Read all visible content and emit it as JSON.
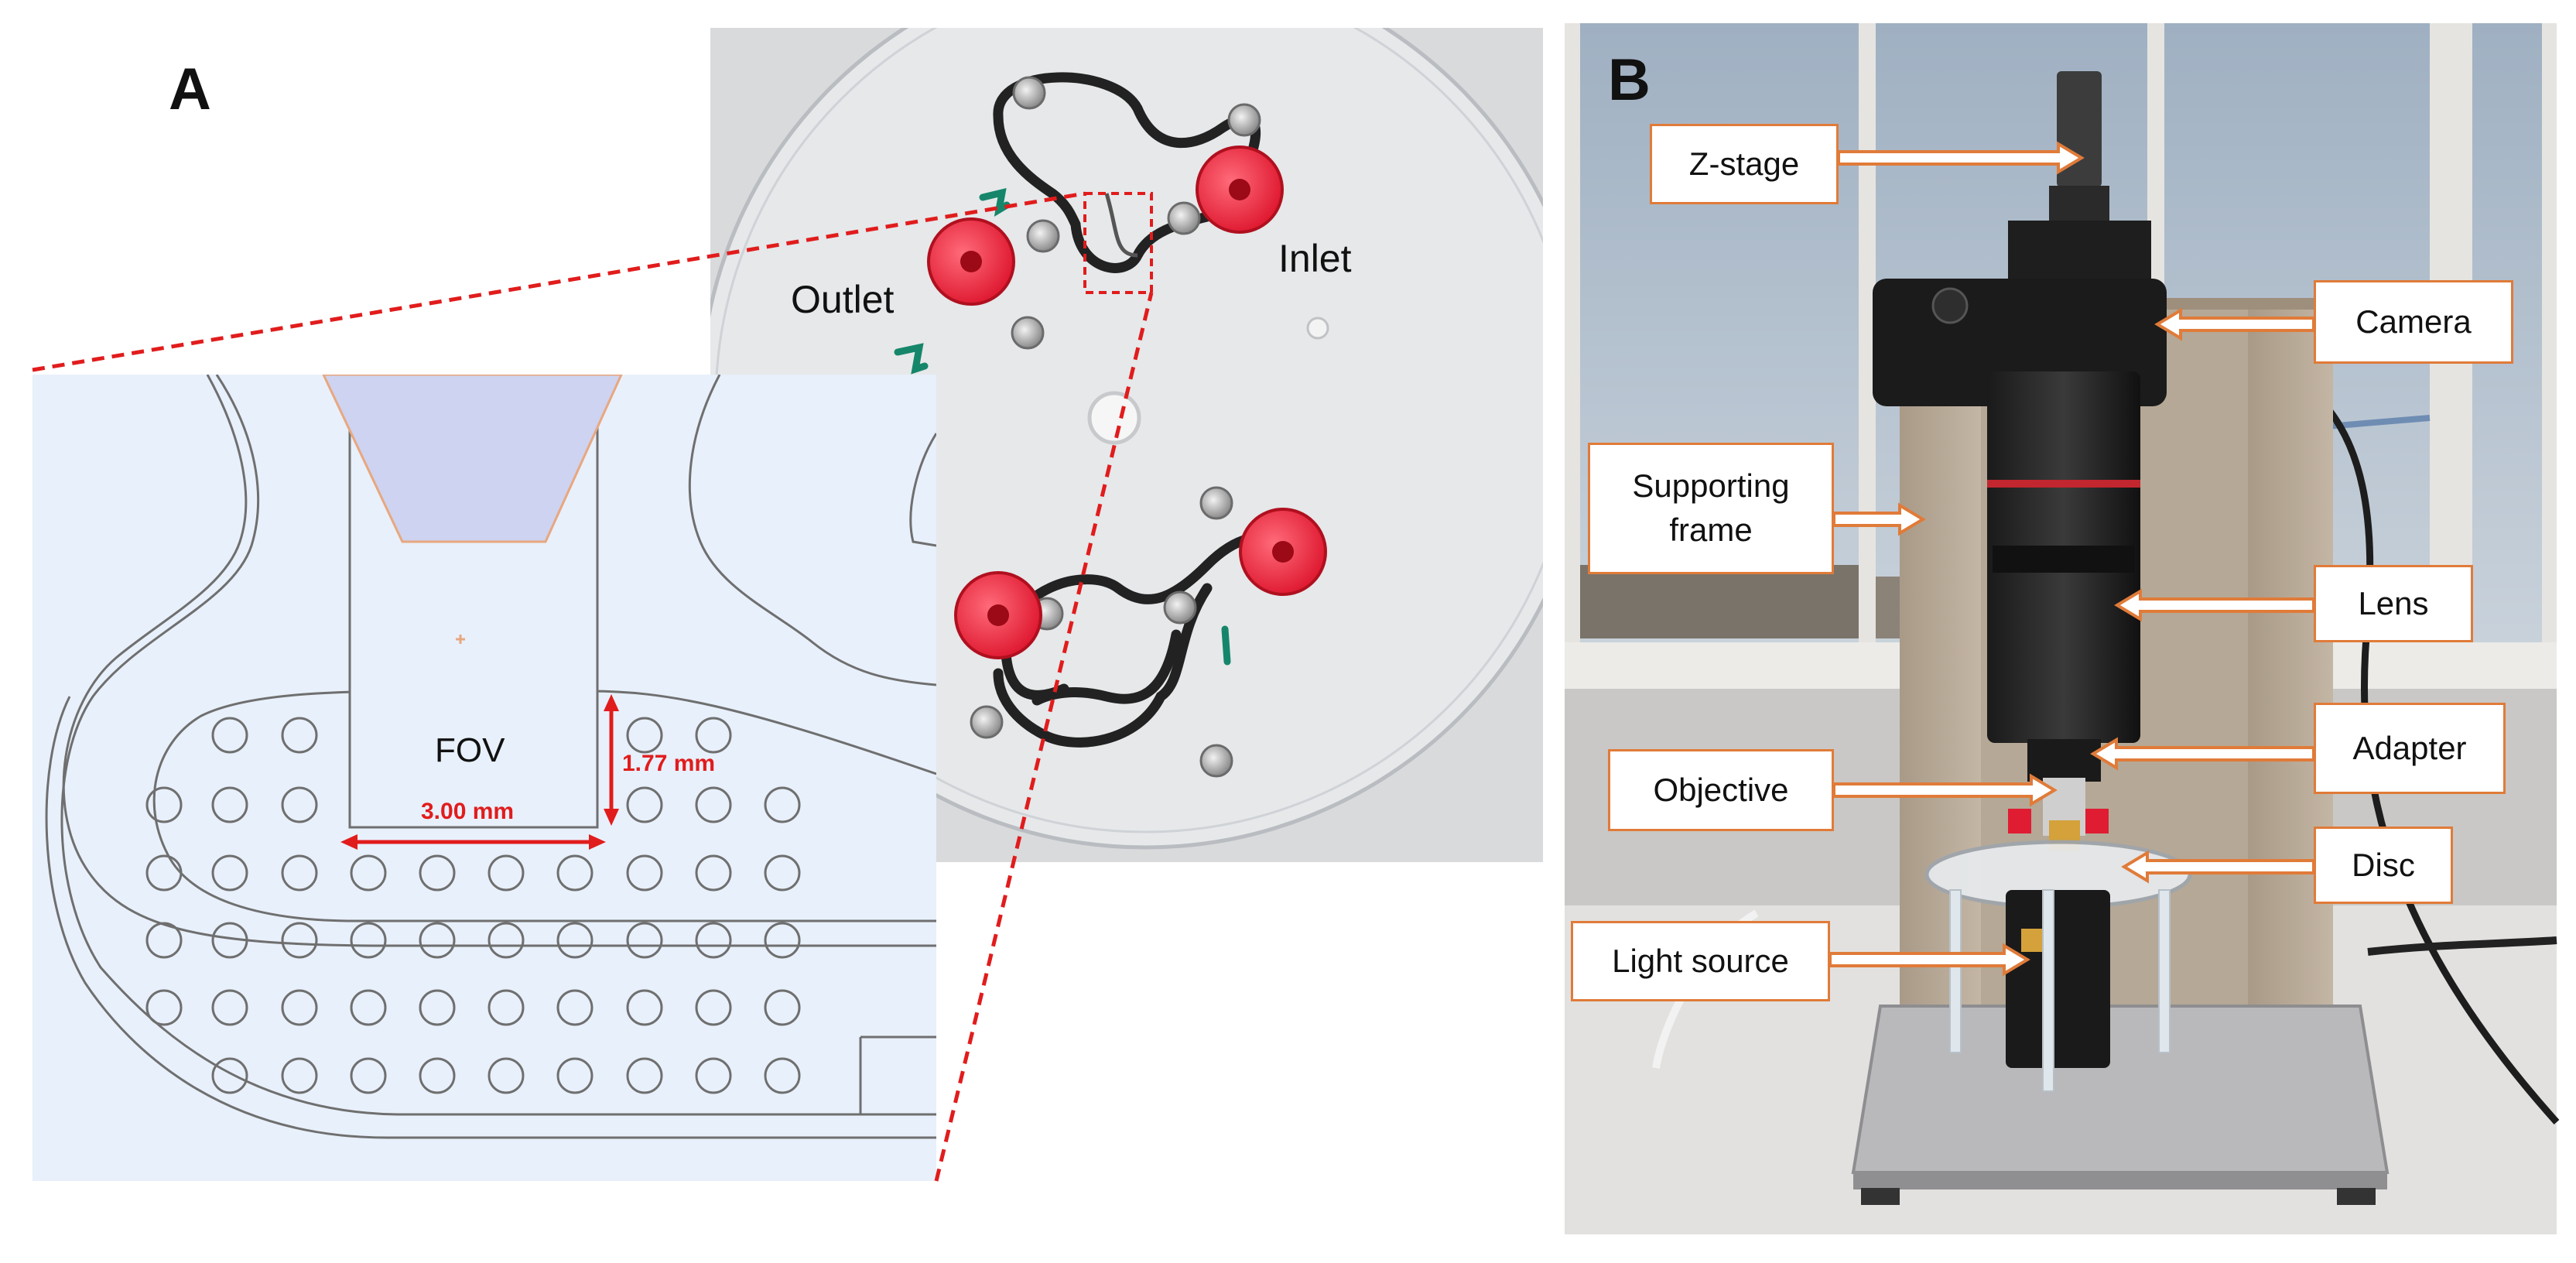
{
  "panels": {
    "a": {
      "letter": "A",
      "disc_labels": {
        "outlet": "Outlet",
        "inlet": "Inlet"
      },
      "schematic": {
        "fov_label": "FOV",
        "width_dimension": "3.00 mm",
        "height_dimension": "1.77 mm"
      }
    },
    "b": {
      "letter": "B",
      "callouts": {
        "z_stage": "Z-stage",
        "camera": "Camera",
        "supporting_frame": "Supporting frame",
        "lens": "Lens",
        "adapter": "Adapter",
        "objective": "Objective",
        "disc": "Disc",
        "light_source": "Light source"
      }
    }
  },
  "colors": {
    "callout_border": "#e07b39",
    "dimension_red": "#e11c1c",
    "fitting_red": "#f0283c",
    "schematic_bg": "#e8f0fb",
    "fov_fill": "#cdd3f0"
  }
}
